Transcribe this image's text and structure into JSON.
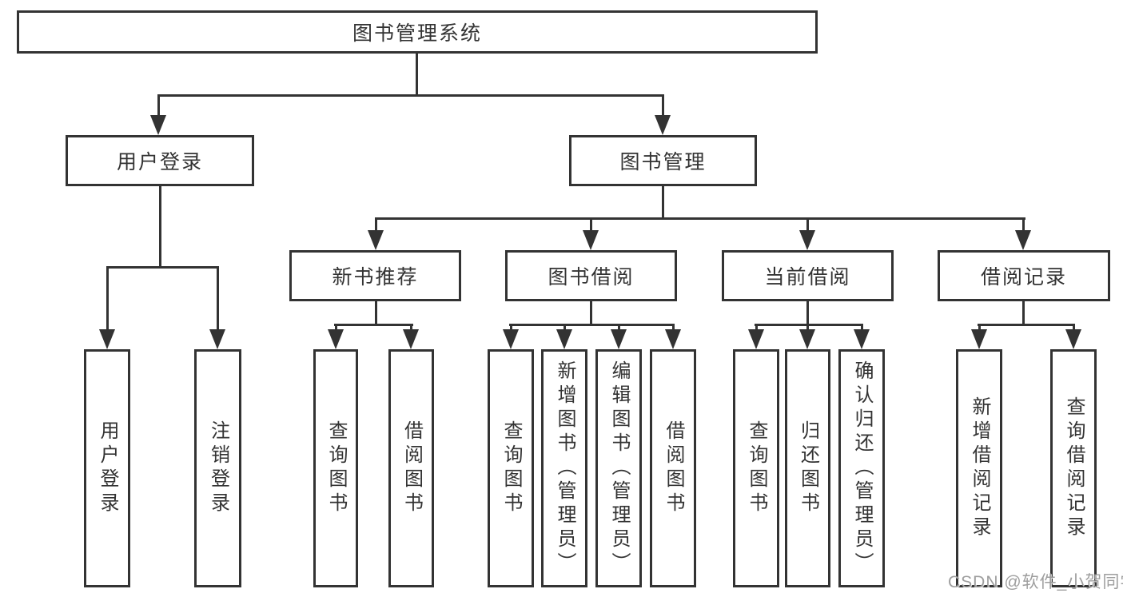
{
  "diagram": {
    "title": "图书管理系统",
    "nodes": {
      "root": "图书管理系统",
      "level2": [
        "用户登录",
        "图书管理"
      ],
      "level3": [
        "新书推荐",
        "图书借阅",
        "当前借阅",
        "借阅记录"
      ],
      "leaves_user_login": [
        "用户登录",
        "注销登录"
      ],
      "leaves_new_book": [
        "查询图书",
        "借阅图书"
      ],
      "leaves_book_borrow": [
        "查询图书",
        "新增图书（管理员）",
        "编辑图书（管理员）",
        "借阅图书"
      ],
      "leaves_current_borrow": [
        "查询图书",
        "归还图书",
        "确认归还（管理员）"
      ],
      "leaves_borrow_record": [
        "新增借阅记录",
        "查询借阅记录"
      ]
    },
    "colors": {
      "line": "#333333",
      "text": "#333333",
      "background": "#ffffff",
      "watermark": "#969696"
    }
  },
  "watermark": {
    "text": "CSDN @软件_小贺同学"
  }
}
